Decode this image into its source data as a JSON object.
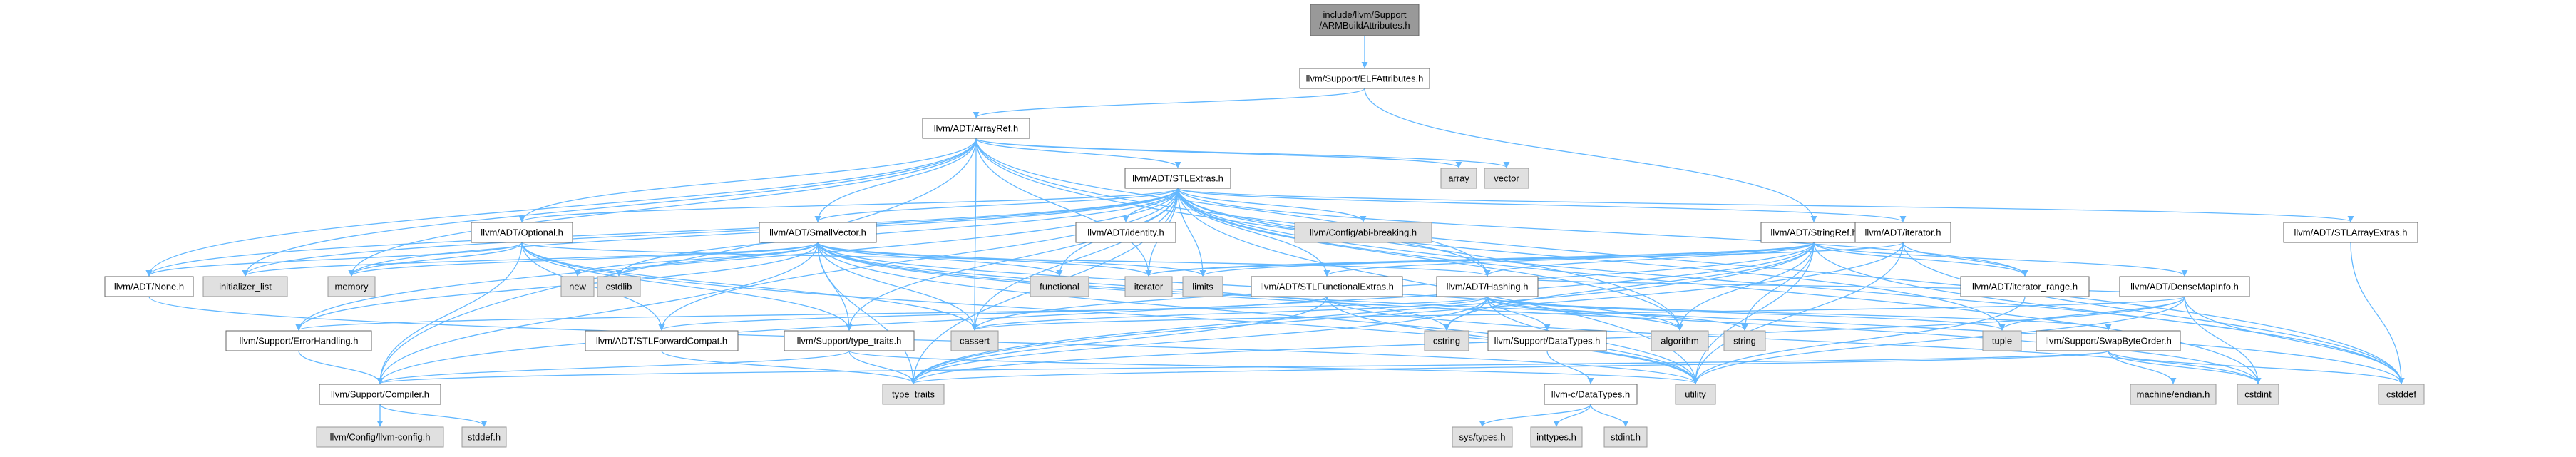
{
  "colors": {
    "edge": "#63b8ff",
    "root_fill": "#999999",
    "project_fill": "#ffffff",
    "system_fill": "#e0e0e0",
    "border": "#666666",
    "system_border": "#999999"
  },
  "nodes": [
    {
      "id": "root",
      "lines": [
        "include/llvm/Support",
        "/ARMBuildAttributes.h"
      ],
      "kind": "root"
    },
    {
      "id": "elfattr",
      "lines": [
        "llvm/Support/ELFAttributes.h"
      ],
      "kind": "project"
    },
    {
      "id": "arrayref",
      "lines": [
        "llvm/ADT/ArrayRef.h"
      ],
      "kind": "project"
    },
    {
      "id": "array",
      "lines": [
        "array"
      ],
      "kind": "system"
    },
    {
      "id": "vector",
      "lines": [
        "vector"
      ],
      "kind": "system"
    },
    {
      "id": "stlextras",
      "lines": [
        "llvm/ADT/STLExtras.h"
      ],
      "kind": "project"
    },
    {
      "id": "abibreaking",
      "lines": [
        "llvm/Config/abi-breaking.h"
      ],
      "kind": "system"
    },
    {
      "id": "identity",
      "lines": [
        "llvm/ADT/identity.h"
      ],
      "kind": "project"
    },
    {
      "id": "optional",
      "lines": [
        "llvm/ADT/Optional.h"
      ],
      "kind": "project"
    },
    {
      "id": "smallvector",
      "lines": [
        "llvm/ADT/SmallVector.h"
      ],
      "kind": "project"
    },
    {
      "id": "stringref",
      "lines": [
        "llvm/ADT/StringRef.h"
      ],
      "kind": "project"
    },
    {
      "id": "iteratorh",
      "lines": [
        "llvm/ADT/iterator.h"
      ],
      "kind": "project"
    },
    {
      "id": "stlarrayextras",
      "lines": [
        "llvm/ADT/STLArrayExtras.h"
      ],
      "kind": "project"
    },
    {
      "id": "none",
      "lines": [
        "llvm/ADT/None.h"
      ],
      "kind": "project"
    },
    {
      "id": "initlist",
      "lines": [
        "initializer_list"
      ],
      "kind": "system"
    },
    {
      "id": "memory",
      "lines": [
        "memory"
      ],
      "kind": "system"
    },
    {
      "id": "new",
      "lines": [
        "new"
      ],
      "kind": "system"
    },
    {
      "id": "cstdlib",
      "lines": [
        "cstdlib"
      ],
      "kind": "system"
    },
    {
      "id": "functional",
      "lines": [
        "functional"
      ],
      "kind": "system"
    },
    {
      "id": "iterator",
      "lines": [
        "iterator"
      ],
      "kind": "system"
    },
    {
      "id": "limits",
      "lines": [
        "limits"
      ],
      "kind": "system"
    },
    {
      "id": "stlfunctional",
      "lines": [
        "llvm/ADT/STLFunctionalExtras.h"
      ],
      "kind": "project"
    },
    {
      "id": "hashing",
      "lines": [
        "llvm/ADT/Hashing.h"
      ],
      "kind": "project"
    },
    {
      "id": "iterrange",
      "lines": [
        "llvm/ADT/iterator_range.h"
      ],
      "kind": "project"
    },
    {
      "id": "densemapinfo",
      "lines": [
        "llvm/ADT/DenseMapInfo.h"
      ],
      "kind": "project"
    },
    {
      "id": "errorhandling",
      "lines": [
        "llvm/Support/ErrorHandling.h"
      ],
      "kind": "project"
    },
    {
      "id": "stlforward",
      "lines": [
        "llvm/ADT/STLForwardCompat.h"
      ],
      "kind": "project"
    },
    {
      "id": "typetraits",
      "lines": [
        "llvm/Support/type_traits.h"
      ],
      "kind": "project"
    },
    {
      "id": "cassert",
      "lines": [
        "cassert"
      ],
      "kind": "system"
    },
    {
      "id": "cstring",
      "lines": [
        "cstring"
      ],
      "kind": "system"
    },
    {
      "id": "datatypes",
      "lines": [
        "llvm/Support/DataTypes.h"
      ],
      "kind": "project"
    },
    {
      "id": "algorithm",
      "lines": [
        "algorithm"
      ],
      "kind": "system"
    },
    {
      "id": "string",
      "lines": [
        "string"
      ],
      "kind": "system"
    },
    {
      "id": "tuple",
      "lines": [
        "tuple"
      ],
      "kind": "system"
    },
    {
      "id": "swapbyte",
      "lines": [
        "llvm/Support/SwapByteOrder.h"
      ],
      "kind": "project"
    },
    {
      "id": "compiler",
      "lines": [
        "llvm/Support/Compiler.h"
      ],
      "kind": "project"
    },
    {
      "id": "type_traits",
      "lines": [
        "type_traits"
      ],
      "kind": "system"
    },
    {
      "id": "utility",
      "lines": [
        "utility"
      ],
      "kind": "system"
    },
    {
      "id": "cstdint",
      "lines": [
        "cstdint"
      ],
      "kind": "system"
    },
    {
      "id": "cstddef",
      "lines": [
        "cstddef"
      ],
      "kind": "system"
    },
    {
      "id": "llvmcdatatypes",
      "lines": [
        "llvm-c/DataTypes.h"
      ],
      "kind": "project"
    },
    {
      "id": "machineendian",
      "lines": [
        "machine/endian.h"
      ],
      "kind": "system"
    },
    {
      "id": "llvmconfig",
      "lines": [
        "llvm/Config/llvm-config.h"
      ],
      "kind": "system"
    },
    {
      "id": "stddef",
      "lines": [
        "stddef.h"
      ],
      "kind": "system"
    },
    {
      "id": "systypes",
      "lines": [
        "sys/types.h"
      ],
      "kind": "system"
    },
    {
      "id": "inttypes",
      "lines": [
        "inttypes.h"
      ],
      "kind": "system"
    },
    {
      "id": "stdint",
      "lines": [
        "stdint.h"
      ],
      "kind": "system"
    }
  ],
  "edges": [
    [
      "root",
      "elfattr"
    ],
    [
      "elfattr",
      "arrayref"
    ],
    [
      "elfattr",
      "stringref"
    ],
    [
      "arrayref",
      "array"
    ],
    [
      "arrayref",
      "vector"
    ],
    [
      "arrayref",
      "stlextras"
    ],
    [
      "arrayref",
      "none"
    ],
    [
      "arrayref",
      "initlist"
    ],
    [
      "arrayref",
      "memory"
    ],
    [
      "arrayref",
      "smallvector"
    ],
    [
      "arrayref",
      "iterator"
    ],
    [
      "arrayref",
      "cassert"
    ],
    [
      "arrayref",
      "hashing"
    ],
    [
      "arrayref",
      "algorithm"
    ],
    [
      "arrayref",
      "compiler"
    ],
    [
      "arrayref",
      "cstddef"
    ],
    [
      "arrayref",
      "optional"
    ],
    [
      "stlextras",
      "abibreaking"
    ],
    [
      "stlextras",
      "identity"
    ],
    [
      "stlextras",
      "optional"
    ],
    [
      "stlextras",
      "smallvector"
    ],
    [
      "stlextras",
      "iteratorh"
    ],
    [
      "stlextras",
      "stlarrayextras"
    ],
    [
      "stlextras",
      "none"
    ],
    [
      "stlextras",
      "initlist"
    ],
    [
      "stlextras",
      "memory"
    ],
    [
      "stlextras",
      "cstdlib"
    ],
    [
      "stlextras",
      "functional"
    ],
    [
      "stlextras",
      "iterator"
    ],
    [
      "stlextras",
      "limits"
    ],
    [
      "stlextras",
      "stlfunctional"
    ],
    [
      "stlextras",
      "hashing"
    ],
    [
      "stlextras",
      "iterrange"
    ],
    [
      "stlextras",
      "errorhandling"
    ],
    [
      "stlextras",
      "stlforward"
    ],
    [
      "stlextras",
      "typetraits"
    ],
    [
      "stlextras",
      "cassert"
    ],
    [
      "stlextras",
      "algorithm"
    ],
    [
      "stlextras",
      "tuple"
    ],
    [
      "stlextras",
      "type_traits"
    ],
    [
      "stlextras",
      "utility"
    ],
    [
      "stlextras",
      "cstdint"
    ],
    [
      "stlextras",
      "cstddef"
    ],
    [
      "optional",
      "none"
    ],
    [
      "optional",
      "stlforward"
    ],
    [
      "optional",
      "typetraits"
    ],
    [
      "optional",
      "compiler"
    ],
    [
      "optional",
      "new"
    ],
    [
      "optional",
      "memory"
    ],
    [
      "optional",
      "cassert"
    ],
    [
      "optional",
      "utility"
    ],
    [
      "optional",
      "hashing"
    ],
    [
      "smallvector",
      "compiler"
    ],
    [
      "smallvector",
      "typetraits"
    ],
    [
      "smallvector",
      "new"
    ],
    [
      "smallvector",
      "cstdlib"
    ],
    [
      "smallvector",
      "functional"
    ],
    [
      "smallvector",
      "iterator"
    ],
    [
      "smallvector",
      "limits"
    ],
    [
      "smallvector",
      "initlist"
    ],
    [
      "smallvector",
      "memory"
    ],
    [
      "smallvector",
      "cassert"
    ],
    [
      "smallvector",
      "algorithm"
    ],
    [
      "smallvector",
      "cstring"
    ],
    [
      "smallvector",
      "cstddef"
    ],
    [
      "smallvector",
      "cstdint"
    ],
    [
      "smallvector",
      "type_traits"
    ],
    [
      "smallvector",
      "utility"
    ],
    [
      "smallvector",
      "errorhandling"
    ],
    [
      "stringref",
      "iterrange"
    ],
    [
      "stringref",
      "stlfunctional"
    ],
    [
      "stringref",
      "compiler"
    ],
    [
      "stringref",
      "algorithm"
    ],
    [
      "stringref",
      "cassert"
    ],
    [
      "stringref",
      "cstddef"
    ],
    [
      "stringref",
      "cstring"
    ],
    [
      "stringref",
      "limits"
    ],
    [
      "stringref",
      "string"
    ],
    [
      "stringref",
      "type_traits"
    ],
    [
      "stringref",
      "utility"
    ],
    [
      "stringref",
      "densemapinfo"
    ],
    [
      "stringref",
      "hashing"
    ],
    [
      "stringref",
      "iterator"
    ],
    [
      "iteratorh",
      "iterrange"
    ],
    [
      "iteratorh",
      "cstddef"
    ],
    [
      "iteratorh",
      "iterator"
    ],
    [
      "iteratorh",
      "type_traits"
    ],
    [
      "iteratorh",
      "utility"
    ],
    [
      "stlarrayextras",
      "cstddef"
    ],
    [
      "none",
      "utility"
    ],
    [
      "stlfunctional",
      "stlforward"
    ],
    [
      "stlfunctional",
      "type_traits"
    ],
    [
      "stlfunctional",
      "utility"
    ],
    [
      "stlfunctional",
      "cstdint"
    ],
    [
      "hashing",
      "errorhandling"
    ],
    [
      "hashing",
      "datatypes"
    ],
    [
      "hashing",
      "swapbyte"
    ],
    [
      "hashing",
      "type_traits"
    ],
    [
      "hashing",
      "algorithm"
    ],
    [
      "hashing",
      "cassert"
    ],
    [
      "hashing",
      "cstring"
    ],
    [
      "hashing",
      "string"
    ],
    [
      "hashing",
      "tuple"
    ],
    [
      "hashing",
      "utility"
    ],
    [
      "iterrange",
      "utility"
    ],
    [
      "densemapinfo",
      "cassert"
    ],
    [
      "densemapinfo",
      "cstddef"
    ],
    [
      "densemapinfo",
      "cstdint"
    ],
    [
      "densemapinfo",
      "tuple"
    ],
    [
      "densemapinfo",
      "type_traits"
    ],
    [
      "densemapinfo",
      "utility"
    ],
    [
      "densemapinfo",
      "hashing"
    ],
    [
      "errorhandling",
      "compiler"
    ],
    [
      "stlforward",
      "type_traits"
    ],
    [
      "typetraits",
      "compiler"
    ],
    [
      "typetraits",
      "type_traits"
    ],
    [
      "typetraits",
      "utility"
    ],
    [
      "datatypes",
      "llvmcdatatypes"
    ],
    [
      "swapbyte",
      "compiler"
    ],
    [
      "swapbyte",
      "cstddef"
    ],
    [
      "swapbyte",
      "cstdint"
    ],
    [
      "swapbyte",
      "type_traits"
    ],
    [
      "swapbyte",
      "machineendian"
    ],
    [
      "compiler",
      "llvmconfig"
    ],
    [
      "compiler",
      "stddef"
    ],
    [
      "llvmcdatatypes",
      "systypes"
    ],
    [
      "llvmcdatatypes",
      "inttypes"
    ],
    [
      "llvmcdatatypes",
      "stdint"
    ]
  ]
}
